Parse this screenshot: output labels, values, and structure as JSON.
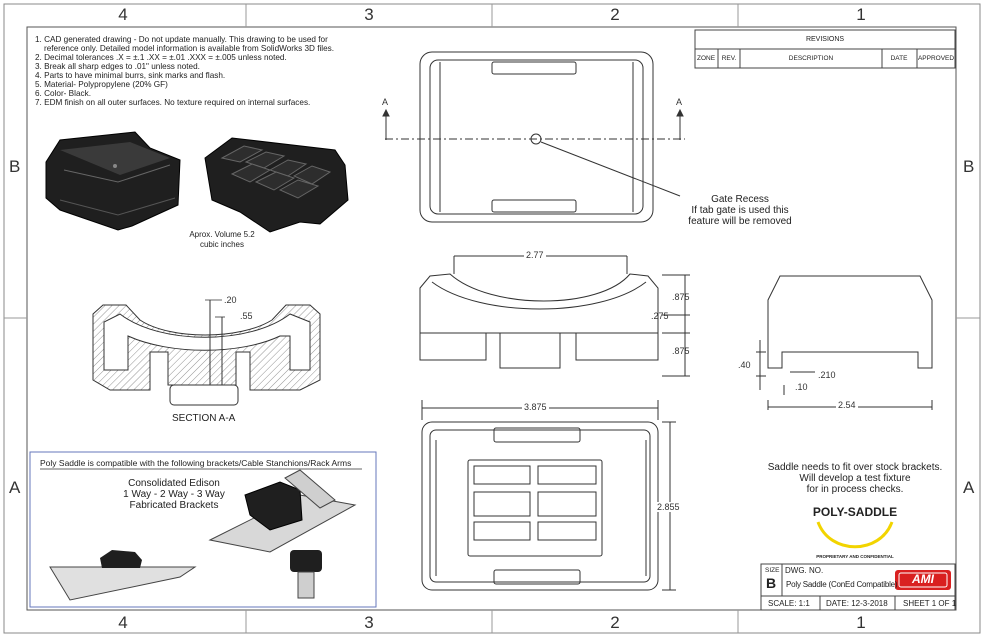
{
  "zones": {
    "top": [
      "4",
      "3",
      "2",
      "1"
    ],
    "bottom": [
      "4",
      "3",
      "2",
      "1"
    ],
    "left": [
      "B",
      "A"
    ],
    "right": [
      "B",
      "A"
    ]
  },
  "notes": [
    "1. CAD generated drawing - Do not update manually.  This drawing to be used for",
    "reference only.  Detailed model information is available from SolidWorks 3D files.",
    "2. Decimal tolerances   .X = ±.1      .XX = ±.01     .XXX = ±.005      unless noted.",
    "3. Break all sharp edges to .01\" unless noted.",
    "4. Parts to have minimal burrs, sink marks and flash.",
    "5. Material- Polypropylene (20% GF)",
    "6. Color- Black.",
    "7. EDM finish on all outer surfaces.  No texture required on internal surfaces."
  ],
  "volume": {
    "line1": "Aprox. Volume 5.2",
    "line2": "cubic inches"
  },
  "section": {
    "label": "SECTION A-A",
    "dim_a": ".20",
    "dim_b": ".55"
  },
  "compat": {
    "header": "Poly Saddle is compatible with the following brackets/Cable Stanchions/Rack Arms",
    "line1": "Consolidated Edison",
    "line2": "1 Way - 2 Way - 3 Way",
    "line3": "Fabricated Brackets"
  },
  "top_view": {
    "section_mark": "A",
    "gate_line1": "Gate Recess",
    "gate_line2": "If tab gate is used this",
    "gate_line3": "feature will be removed"
  },
  "front_view": {
    "width": "2.77",
    "d1": ".875",
    "d2": ".275",
    "d3": ".875"
  },
  "side_view": {
    "d_40": ".40",
    "d_210": ".210",
    "d_10": ".10",
    "width": "2.54"
  },
  "bottom_view": {
    "width": "3.875",
    "height": "2.855"
  },
  "revisions": {
    "title": "REVISIONS",
    "cols": [
      "ZONE",
      "REV.",
      "DESCRIPTION",
      "DATE",
      "APPROVED"
    ]
  },
  "fixture_note": {
    "line1": "Saddle needs to fit over stock brackets.",
    "line2": "Will develop a test fixture",
    "line3": "for in process checks."
  },
  "logo": {
    "name": "POLY-SADDLE",
    "sub": "PROPRIETARY AND CONFIDENTIAL"
  },
  "title_block": {
    "size_label": "SIZE",
    "dwg_label": "DWG.  NO.",
    "size": "B",
    "title": "Poly Saddle (ConEd Compatible)",
    "company": "AMI",
    "scale": "SCALE: 1:1",
    "date": "DATE: 12-3-2018",
    "sheet": "SHEET 1 OF 1"
  },
  "colors": {
    "line": "#333333",
    "border": "#555555",
    "accent_blue": "#6677bb",
    "logo_yellow": "#f2d400",
    "ami_red": "#d92020",
    "part_dark": "#1f1f1f"
  }
}
